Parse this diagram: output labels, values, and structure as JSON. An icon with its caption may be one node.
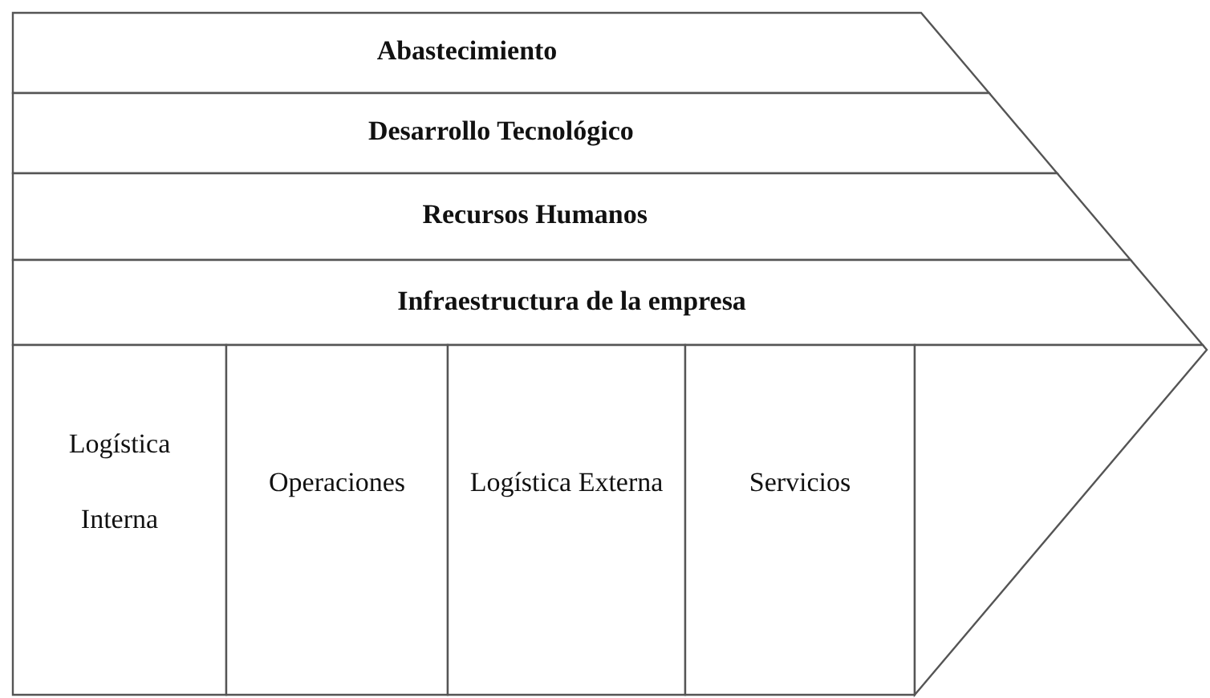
{
  "diagram": {
    "nodes": [
      {
        "text": [
          "Abastecimiento"
        ]
      },
      {
        "text": [
          "Desarrollo Tecnológico"
        ]
      },
      {
        "text": [
          "Recursos Humanos"
        ]
      },
      {
        "text": [
          "Infraestructura de la empresa"
        ]
      },
      {
        "text": [
          "Logística Interna"
        ]
      },
      {
        "text": [
          "Operaciones"
        ]
      },
      {
        "text": [
          "Logística Externa"
        ]
      },
      {
        "text": [
          "Servicios"
        ]
      },
      {
        "text": [],
        "shape": "triangle"
      }
    ]
  }
}
